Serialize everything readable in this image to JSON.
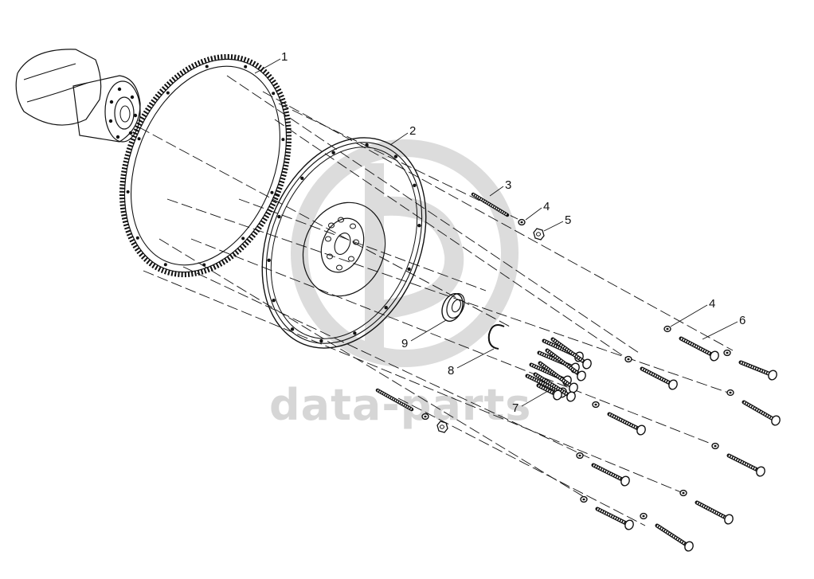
{
  "watermark": {
    "text": "data-parts",
    "color": "#d6d6d6"
  },
  "callouts": [
    {
      "id": "c1a",
      "label": "1"
    },
    {
      "id": "c2a",
      "label": "2"
    },
    {
      "id": "c3a",
      "label": "3"
    },
    {
      "id": "c4a",
      "label": "4"
    },
    {
      "id": "c5a",
      "label": "5"
    },
    {
      "id": "c4b",
      "label": "4"
    },
    {
      "id": "c6a",
      "label": "6"
    },
    {
      "id": "c9a",
      "label": "9"
    },
    {
      "id": "c8a",
      "label": "8"
    },
    {
      "id": "c7a",
      "label": "7"
    }
  ]
}
